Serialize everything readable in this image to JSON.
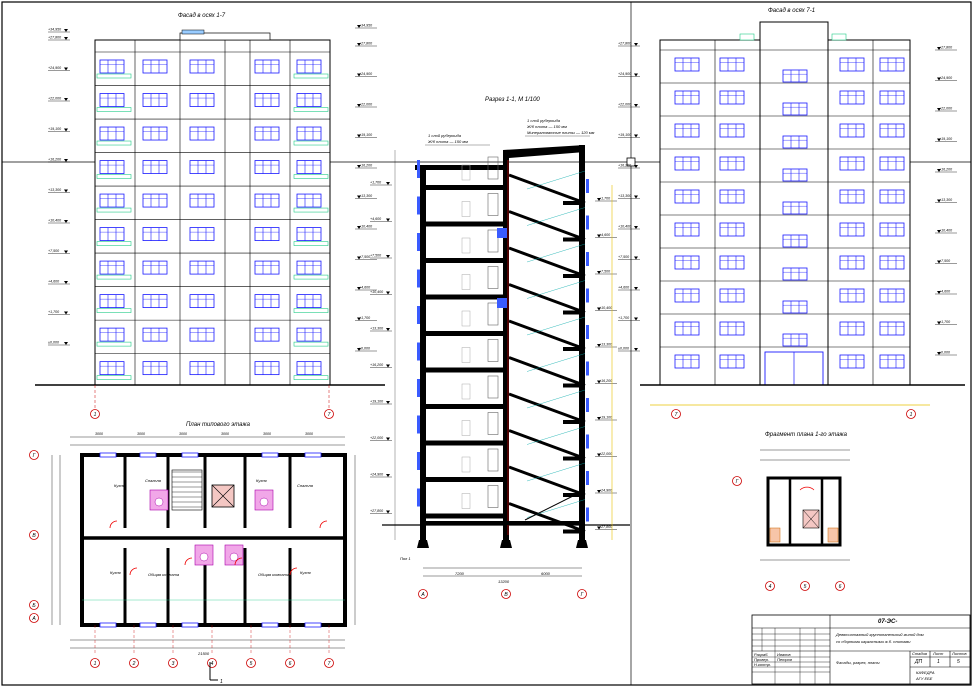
{
  "titles": {
    "facade_left": "Фасад в осях 1-7",
    "facade_right": "Фасад в осях 7-1",
    "section": "Разрез 1-1, М 1/100",
    "plan_typical": "План типового этажа",
    "plan_fragment": "Фрагмент плана 1-го этажа"
  },
  "axes": {
    "facade_left": [
      "1",
      "7"
    ],
    "facade_right": [
      "7",
      "1"
    ],
    "section": [
      "А",
      "В",
      "Г"
    ],
    "plan_bottom": [
      "1",
      "2",
      "3",
      "4",
      "5",
      "6",
      "7"
    ],
    "plan_side": [
      "Г",
      "В",
      "Б",
      "А"
    ],
    "fragment_bottom": [
      "4",
      "5",
      "6"
    ],
    "fragment_side": "Г",
    "section_cut": "1"
  },
  "levels": {
    "top": "+34,950",
    "roof": "+30,650",
    "floors": [
      "+27,800",
      "+24,900",
      "+22,000",
      "+19,100",
      "+16,200",
      "+13,300",
      "+10,400",
      "+7,500",
      "+4,600",
      "+1,700",
      "±0,000"
    ],
    "ground": "-0,450"
  },
  "section_notes": {
    "roof_spec": "1 слой рубероида",
    "roof_spec2": "Ж/б плита — 150 мм",
    "floor_spec": "1 слой рубероида",
    "floor_spec2": "Ж/б плита — 150 мм",
    "insulation": "Минераловатные плиты — 120 мм",
    "stair_label": "Пол 1"
  },
  "plan_dims": {
    "top": [
      "3000",
      "3000",
      "3000",
      "3000",
      "3000",
      "3000"
    ],
    "overall": "21500",
    "section_spans": [
      "7200",
      "6000"
    ],
    "section_overall": "13200"
  },
  "rooms": [
    "Кухня",
    "Спальня",
    "Кухня",
    "Спальня",
    "Кухня",
    "Общая комната",
    "Общая комната",
    "Кухня"
  ],
  "stamp": {
    "code": "07-ЭС-",
    "title1": "Девятиэтажный крупнопанельный жилой дом",
    "title2": "со сборными каркасными ж.б. плитами",
    "sheet_title": "Фасады, разрез, планы",
    "stage_hdr": "Стадия",
    "sheet_hdr": "Лист",
    "sheets_hdr": "Листов",
    "stage": "ДП",
    "sheet": "1",
    "sheets": "5",
    "org": "КАФЕДРА",
    "org2": "АГУ ЕБЕ",
    "role1": "Разраб.",
    "role2": "Провер.",
    "role3": "Н.контр.",
    "name1": "Иванов",
    "name2": "Петров"
  }
}
